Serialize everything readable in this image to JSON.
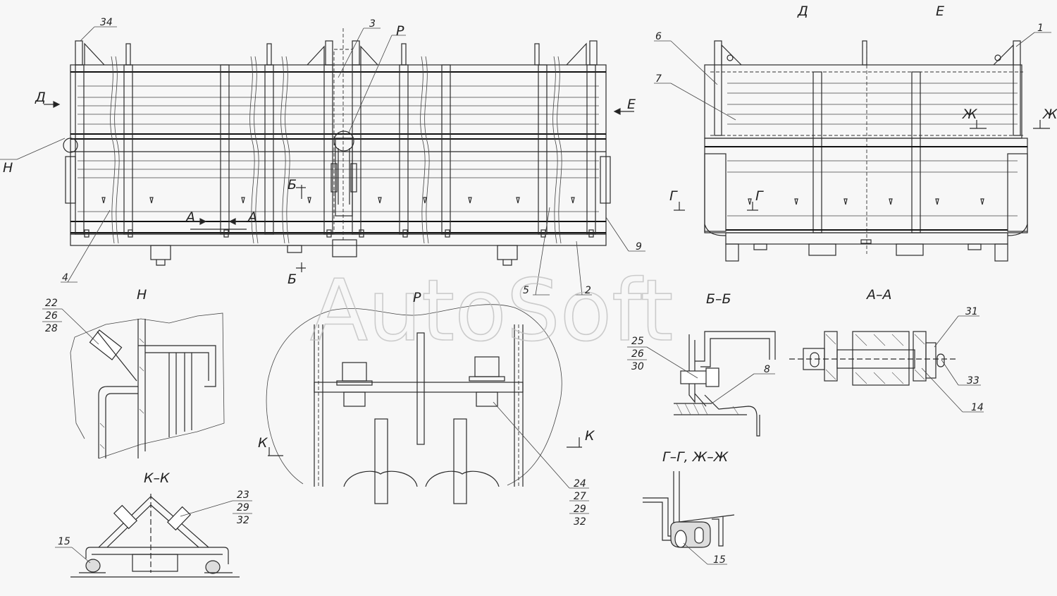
{
  "watermark": "AutoSoft",
  "view_labels": {
    "D": "Д",
    "E": "Е",
    "N": "Н",
    "P": "Р",
    "BB": "Б–Б",
    "AA": "А–А",
    "KK": "К–К",
    "GG_ZhZh": "Г–Г, Ж–Ж"
  },
  "section_marks": {
    "A": "А",
    "B": "Б",
    "G": "Г",
    "Zh": "Ж",
    "K": "К"
  },
  "callouts": {
    "c1": "1",
    "c2": "2",
    "c3": "3",
    "c4": "4",
    "c5": "5",
    "c6": "6",
    "c7": "7",
    "c8": "8",
    "c9": "9",
    "c14": "14",
    "c15": "15",
    "c22": "22",
    "c23": "23",
    "c24": "24",
    "c25": "25",
    "c26": "26",
    "c27": "27",
    "c28": "28",
    "c29": "29",
    "c30": "30",
    "c31": "31",
    "c32": "32",
    "c33": "33",
    "c34": "34"
  }
}
